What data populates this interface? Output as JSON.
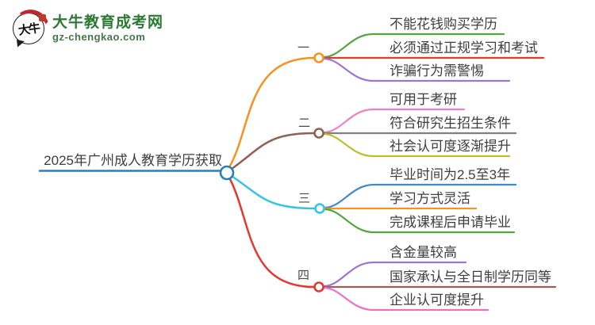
{
  "logo": {
    "icon_text": "大牛",
    "title": "大牛教育成考网",
    "domain": "gz-chengkao.com"
  },
  "root": {
    "label": "2025年广州成人教育学历获取"
  },
  "colors": {
    "root_line": "#2980b9",
    "text": "#3e3e3e",
    "logo_green": "#2b7a34"
  },
  "branches": [
    {
      "label": "一",
      "color": "#f6921e",
      "items": [
        {
          "label": "不能花钱购买学历",
          "color": "#53a542"
        },
        {
          "label": "必须通过正规学习和考试",
          "color": "#e5372e"
        },
        {
          "label": "诈骗行为需警惕",
          "color": "#9b74d6"
        }
      ]
    },
    {
      "label": "二",
      "color": "#8d6156",
      "items": [
        {
          "label": "可用于考研",
          "color": "#f07ec5"
        },
        {
          "label": "符合研究生招生条件",
          "color": "#7f7f7f"
        },
        {
          "label": "社会认可度逐渐提升",
          "color": "#bcbf2c"
        }
      ]
    },
    {
      "label": "三",
      "color": "#35c4e8",
      "items": [
        {
          "label": "毕业时间为2.5至3年",
          "color": "#4288cc"
        },
        {
          "label": "学习方式灵活",
          "color": "#f6921e"
        },
        {
          "label": "完成课程后申请毕业",
          "color": "#53a542"
        }
      ]
    },
    {
      "label": "四",
      "color": "#e5372e",
      "items": [
        {
          "label": "含金量较高",
          "color": "#9b74d6"
        },
        {
          "label": "国家承认与全日制学历同等",
          "color": "#996055"
        },
        {
          "label": "企业认可度提升",
          "color": "#ec6fc4"
        }
      ]
    }
  ]
}
